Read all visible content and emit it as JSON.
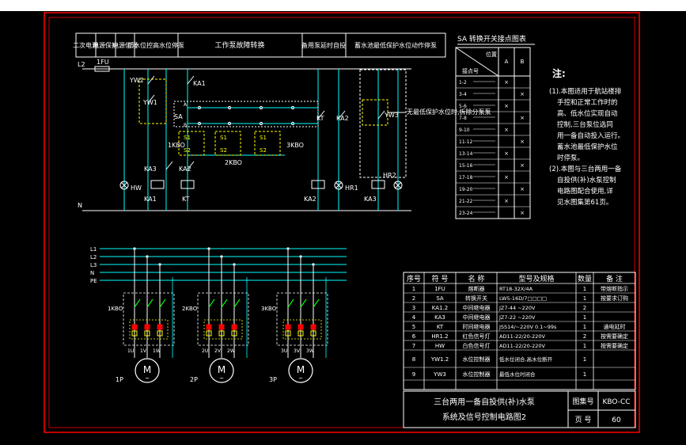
{
  "colors": {
    "frame": "#ff0000",
    "wire": "#00ffff",
    "text": "#ffffff",
    "yellow": "#ffff00",
    "green": "#00ff00",
    "bg": "#000000",
    "contact": "#00ffff"
  },
  "header_cells": [
    "二次电源",
    "电源保护",
    "电源信号",
    "低水位控高水位停泵",
    "工作泵故障转换",
    "备用泵延时自投",
    "蓄水池最低保护水位动作停泵"
  ],
  "labels": {
    "l2": "L2",
    "fu1": "1FU",
    "n": "N",
    "yw2": "YW2",
    "ka1_top": "KA1",
    "yw1": "YW1",
    "sa": "SA",
    "kt": "KT",
    "ka2_top": "KA2",
    "yw3": "YW3",
    "1kbo": "1KBO",
    "2kbo": "2KBO",
    "3kbo": "3KBO",
    "ka3": "KA3",
    "ka2_mid": "KA2",
    "hr2": "HR2",
    "hw": "HW",
    "ka1_coil": "KA1",
    "kt_coil": "KT",
    "ka2_coil": "KA2",
    "hr1": "HR1",
    "ka3_coil": "KA3",
    "s1a": "S1",
    "s1b": "S1",
    "s1c": "S1",
    "s2a": "S2",
    "s2b": "S2",
    "s2c": "S2",
    "no_low_note": "无最低保护水位时,拆除分泵泵",
    "aa": "A",
    "bb": "B"
  },
  "sa_table": {
    "title": "SA 转换开关接点图表",
    "head_pos": "位置",
    "head_a": "A",
    "head_b": "B",
    "head_contact": "接点号",
    "rows": [
      "1-2",
      "3-4",
      "5-6",
      "7-8",
      "9-10",
      "11-12",
      "13-14",
      "15-16",
      "17-18",
      "19-20",
      "21-22",
      "23-24"
    ],
    "marks": [
      [
        "×",
        ""
      ],
      [
        "",
        "×"
      ],
      [
        "×",
        ""
      ],
      [
        "",
        "×"
      ],
      [
        "×",
        ""
      ],
      [
        "",
        "×"
      ],
      [
        "×",
        ""
      ],
      [
        "",
        "×"
      ],
      [
        "×",
        ""
      ],
      [
        "",
        "×"
      ],
      [
        "×",
        ""
      ],
      [
        "",
        "×"
      ]
    ]
  },
  "notes": {
    "title": "注:",
    "lines": [
      "(1).本图适用于航站楼排",
      "手控和正常工作时的",
      "高、低水位实现自动",
      "控制,三台泵位选同",
      "用一备自动投入运行。",
      "蓄水池最低保护水位",
      "时停泵。",
      "(2).本图与三台两用一备",
      "自投供(补)水泵控制",
      "电路图配合使用,详",
      "见水图集第61页。"
    ]
  },
  "power": {
    "lines": [
      "L1",
      "L2",
      "L3",
      "N",
      "PE"
    ],
    "groups": [
      "1KBO",
      "2KBO",
      "3KBO"
    ],
    "motors": [
      "1P",
      "2P",
      "3P"
    ],
    "motor_symbol": "M",
    "motor_phase": "~",
    "terms": [
      "1U",
      "1V",
      "1W",
      "2U",
      "2V",
      "2W",
      "3U",
      "3V",
      "3W"
    ]
  },
  "bom": {
    "headers": [
      "序号",
      "符 号",
      "名 称",
      "型号及规格",
      "数量",
      "备 注"
    ],
    "rows": [
      [
        "1",
        "1FU",
        "熔断器",
        "RT18-32X/4A",
        "1",
        "带熔断指示"
      ],
      [
        "2",
        "SA",
        "转换开关",
        "LW5-16D/7□□□□",
        "1",
        "按要求订购"
      ],
      [
        "3",
        "KA1.2",
        "中间继电器",
        "JZ7-44 ~220V",
        "2",
        ""
      ],
      [
        "4",
        "KA3",
        "中间继电器",
        "JZ7-22 ~220V",
        "1",
        ""
      ],
      [
        "5",
        "KT",
        "时间继电器",
        "JSS14/~220V 0.1~99s",
        "1",
        "通电延时"
      ],
      [
        "6",
        "HR1.2",
        "红色信号灯",
        "AD11-22/20-220V",
        "2",
        "按需要确定"
      ],
      [
        "7",
        "HW",
        "白色信号灯",
        "AD11-22/20-220V",
        "1",
        "按需要确定"
      ],
      [
        "8",
        "YW1.2",
        "水位控制器",
        "低水位闭合,高水位断开",
        "1",
        ""
      ],
      [
        "9",
        "YW3",
        "水位控制器",
        "最低水位时闭合",
        "1",
        ""
      ]
    ]
  },
  "title_block": {
    "line1": "三台两用一备自投供(补)水泵",
    "line2": "系统及信号控制电路图2",
    "atlas_label": "图集号",
    "atlas_value": "KBO-CC",
    "page_label": "页 号",
    "page_value": "60"
  }
}
